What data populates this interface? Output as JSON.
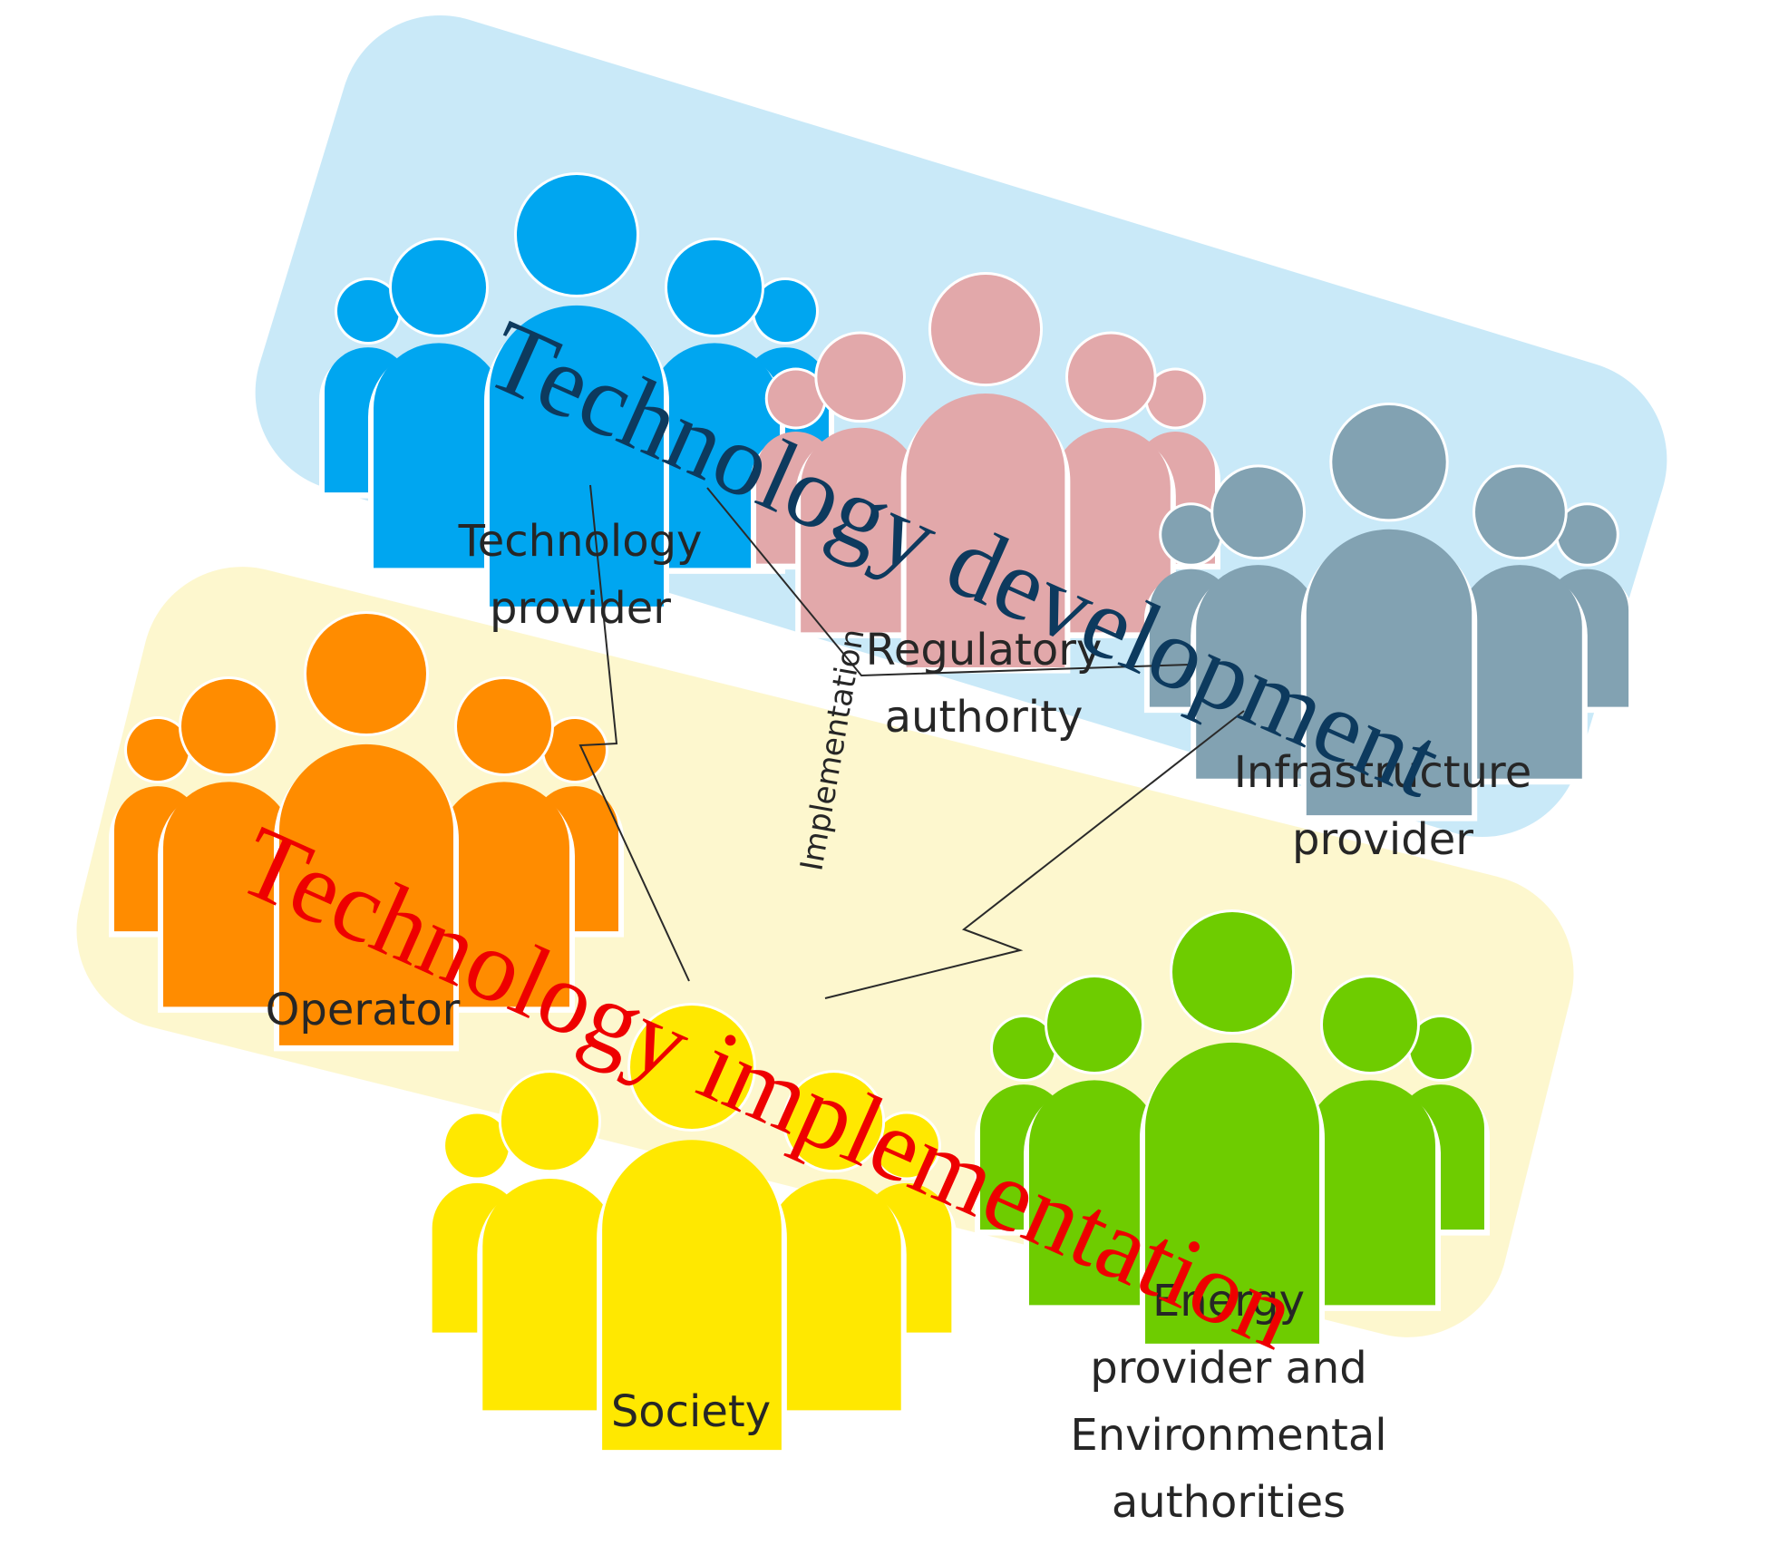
{
  "zones": {
    "development": {
      "title": "Technology development",
      "color": "#0d3a5e"
    },
    "implementation": {
      "title": "Technology implementation",
      "color": "#ee0000"
    }
  },
  "flow_label": "Implementation",
  "stakeholders": {
    "technology_provider": {
      "label_line1": "Technology",
      "label_line2": "provider",
      "color": "#00a6f0",
      "icon": "group-people-icon"
    },
    "regulatory_authority": {
      "label_line1": "Regulatory",
      "label_line2": "authority",
      "color": "#e2a8aa",
      "icon": "group-people-icon"
    },
    "infrastructure_provider": {
      "label_line1": "Infrastructure",
      "label_line2": "provider",
      "color": "#82a2b2",
      "icon": "group-people-icon"
    },
    "operator": {
      "label_line1": "Operator",
      "color": "#ff8c00",
      "icon": "group-people-icon"
    },
    "society": {
      "label_line1": "Society",
      "color": "#ffe800",
      "icon": "group-people-icon"
    },
    "energy_provider": {
      "label_line1": "Energy",
      "label_line2": "provider and",
      "label_line3": "Environmental",
      "label_line4": "authorities",
      "color": "#6ecc00",
      "icon": "group-people-icon"
    }
  }
}
